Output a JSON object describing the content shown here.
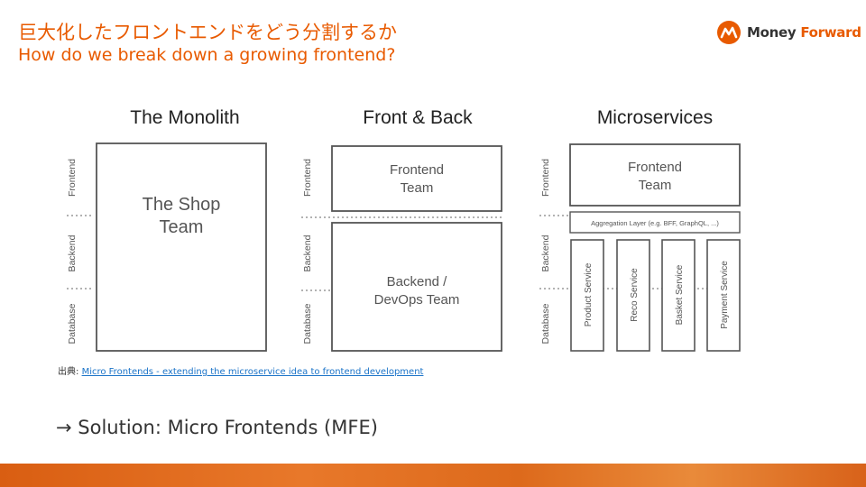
{
  "header": {
    "title_ja": "巨大化したフロントエンドをどう分割するか",
    "title_en": "How do we break down a growing frontend?"
  },
  "logo": {
    "word1": "Money",
    "word2": "Forward",
    "icon": "money-forward-logo-icon"
  },
  "diagram": {
    "layer_labels": [
      "Frontend",
      "Backend",
      "Database"
    ],
    "panels": [
      {
        "title": "The Monolith",
        "boxes": [
          {
            "line1": "The Shop",
            "line2": "Team"
          }
        ]
      },
      {
        "title": "Front & Back",
        "boxes": [
          {
            "line1": "Frontend",
            "line2": "Team"
          },
          {
            "line1": "Backend /",
            "line2": "DevOps Team"
          }
        ]
      },
      {
        "title": "Microservices",
        "boxes": [
          {
            "line1": "Frontend",
            "line2": "Team"
          }
        ],
        "aggregation": "Aggregation Layer (e.g. BFF, GraphQL, ...)",
        "services": [
          "Product Service",
          "Reco Service",
          "Basket Service",
          "Payment Service"
        ]
      }
    ]
  },
  "source": {
    "prefix": "出典:",
    "link_text": "Micro Frontends - extending the microservice idea to frontend development"
  },
  "solution": {
    "text": "→ Solution: Micro Frontends (MFE)"
  },
  "colors": {
    "accent": "#e85a00",
    "box_stroke": "#555555",
    "link": "#1a73c8"
  }
}
